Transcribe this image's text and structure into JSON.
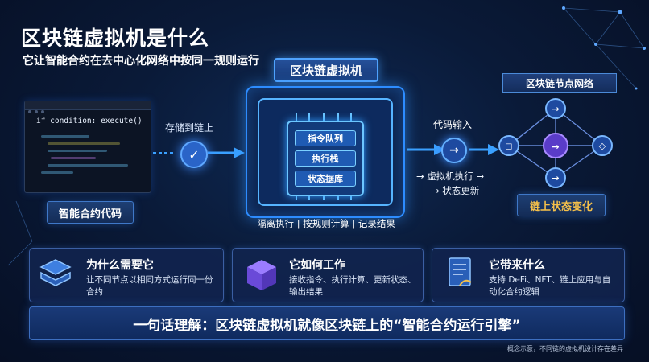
{
  "header": {
    "title": "区块链虚拟机是什么",
    "subtitle": "它让智能合约在去中心化网络中按同一规则运行"
  },
  "code_panel": {
    "code_line": "if condition: execute()",
    "label": "智能合约代码"
  },
  "flow": {
    "compile_label": "存储到链上",
    "code_input_label": "代码输入",
    "vm_execute_label": "→ 虚拟机执行 →",
    "state_update_label": "→ 状态更新",
    "state_change_label": "链上状态变化"
  },
  "vm": {
    "title": "区块链虚拟机",
    "rows": [
      "指令队列",
      "执行栈",
      "状态据库"
    ],
    "caption": "隔离执行 | 按规则计算 | 记录结果"
  },
  "network": {
    "title": "区块链节点网络"
  },
  "cards": [
    {
      "title": "为什么需要它",
      "desc": "让不同节点以相同方式运行同一份合约",
      "icon": "layers-icon"
    },
    {
      "title": "它如何工作",
      "desc": "接收指令、执行计算、更新状态、输出结果",
      "icon": "cube-icon"
    },
    {
      "title": "它带来什么",
      "desc": "支持 DeFi、NFT、链上应用与自动化合约逻辑",
      "icon": "document-icon"
    }
  ],
  "summary": "一句话理解：区块链虚拟机就像区块链上的“智能合约运行引擎”",
  "footnote": "概念示意，不同链的虚拟机设计存在差异",
  "colors": {
    "accent": "#3aa0ff",
    "background": "#0a1a38",
    "label_gold": "#f5c04a"
  }
}
